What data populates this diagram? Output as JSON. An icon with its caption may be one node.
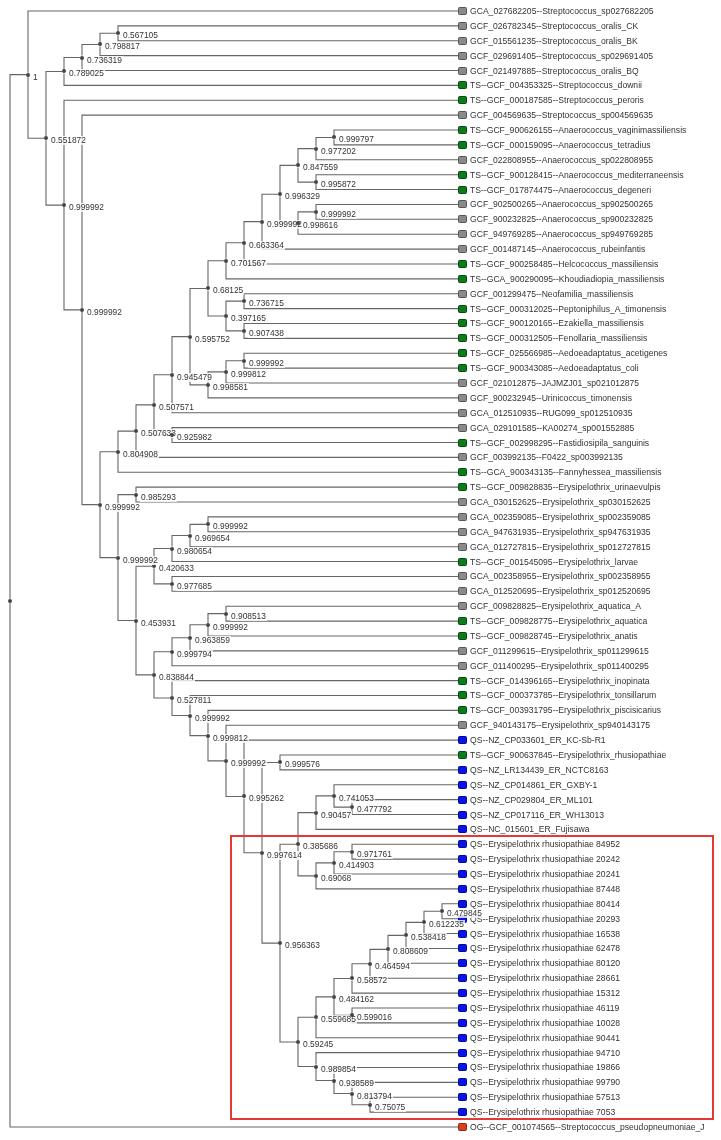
{
  "diagram": {
    "nodes": [
      {
        "text": [
          "GCA_027682205--Streptococcus_sp027682205"
        ]
      },
      {
        "text": [
          "GCF_026782345--Streptococcus_oralis_CK"
        ]
      },
      {
        "text": [
          "GCF_015561235--Streptococcus_oralis_BK"
        ]
      },
      {
        "text": [
          "GCF_029691405--Streptococcus_sp029691405"
        ]
      },
      {
        "text": [
          "GCF_021497885--Streptococcus_oralis_BQ"
        ]
      },
      {
        "text": [
          "TS--GCF_004353325--Streptococcus_downii"
        ]
      },
      {
        "text": [
          "TS--GCF_000187585--Streptococcus_peroris"
        ]
      },
      {
        "text": [
          "GCF_004569635--Streptococcus_sp004569635"
        ]
      },
      {
        "text": [
          "TS--GCF_900626155--Anaerococcus_vaginimassiliensis"
        ]
      },
      {
        "text": [
          "TS--GCF_000159095--Anaerococcus_tetradius"
        ]
      },
      {
        "text": [
          "GCF_022808955--Anaerococcus_sp022808955"
        ]
      },
      {
        "text": [
          "TS--GCF_900128415--Anaerococcus_mediterraneensis"
        ]
      },
      {
        "text": [
          "TS--GCF_017874475--Anaerococcus_degeneri"
        ]
      },
      {
        "text": [
          "GCF_902500265--Anaerococcus_sp902500265"
        ]
      },
      {
        "text": [
          "GCF_900232825--Anaerococcus_sp900232825"
        ]
      },
      {
        "text": [
          "GCF_949769285--Anaerococcus_sp949769285"
        ]
      },
      {
        "text": [
          "GCF_001487145--Anaerococcus_rubeinfantis"
        ]
      },
      {
        "text": [
          "TS--GCF_900258485--Helcococcus_massiliensis"
        ]
      },
      {
        "text": [
          "TS--GCA_900290095--Khoudiadiopia_massiliensis"
        ]
      },
      {
        "text": [
          "GCF_001299475--Neofamilia_massiliensis"
        ]
      },
      {
        "text": [
          "TS--GCF_000312025--Peptoniphilus_A_timonensis"
        ]
      },
      {
        "text": [
          "TS--GCF_900120165--Ezakiella_massiliensis"
        ]
      },
      {
        "text": [
          "TS--GCF_000312505--Fenollaria_massiliensis"
        ]
      },
      {
        "text": [
          "TS--GCF_025566985--Aedoeadaptatus_acetigenes"
        ]
      },
      {
        "text": [
          "TS--GCF_900343085--Aedoeadaptatus_coli"
        ]
      },
      {
        "text": [
          "GCF_021012875--JAJMZJ01_sp021012875"
        ]
      },
      {
        "text": [
          "GCF_900232945--Urinicoccus_timonensis"
        ]
      },
      {
        "text": [
          "GCA_012510935--RUG099_sp012510935"
        ]
      },
      {
        "text": [
          "GCA_029101585--KA00274_sp001552885"
        ]
      },
      {
        "text": [
          "TS--GCF_002998295--Fastidiosipila_sanguinis"
        ]
      },
      {
        "text": [
          "GCF_003992135--F0422_sp003992135"
        ]
      },
      {
        "text": [
          "TS--GCA_900343135--Fannyhessea_massiliensis"
        ]
      },
      {
        "text": [
          "TS--GCF_009828835--Erysipelothrix_urinaevulpis"
        ]
      },
      {
        "text": [
          "GCA_030152625--Erysipelothrix_sp030152625"
        ]
      },
      {
        "text": [
          "GCA_002359085--Erysipelothrix_sp002359085"
        ]
      },
      {
        "text": [
          "GCA_947631935--Erysipelothrix_sp947631935"
        ]
      },
      {
        "text": [
          "GCA_012727815--Erysipelothrix_sp012727815"
        ]
      },
      {
        "text": [
          "TS--GCF_001545095--Erysipelothrix_larvae"
        ]
      },
      {
        "text": [
          "GCA_002358955--Erysipelothrix_sp002358955"
        ]
      },
      {
        "text": [
          "GCA_012520695--Erysipelothrix_sp012520695"
        ]
      },
      {
        "text": [
          "GCF_009828825--Erysipelothrix_aquatica_A"
        ]
      },
      {
        "text": [
          "TS--GCF_009828775--Erysipelothrix_aquatica"
        ]
      },
      {
        "text": [
          "TS--GCF_009828745--Erysipelothrix_anatis"
        ]
      },
      {
        "text": [
          "GCF_011299615--Erysipelothrix_sp011299615"
        ]
      },
      {
        "text": [
          "GCF_011400295--Erysipelothrix_sp011400295"
        ]
      },
      {
        "text": [
          "TS--GCF_014396165--Erysipelothrix_inopinata"
        ]
      },
      {
        "text": [
          "TS--GCF_000373785--Erysipelothrix_tonsillarum"
        ]
      },
      {
        "text": [
          "TS--GCF_003931795--Erysipelothrix_piscisicarius"
        ]
      },
      {
        "text": [
          "GCF_940143175--Erysipelothrix_sp940143175"
        ]
      },
      {
        "text": [
          "QS--NZ_CP033601_ER_KC-Sb-R1"
        ]
      },
      {
        "text": [
          "TS--GCF_900637845--Erysipelothrix_rhusiopathiae"
        ]
      },
      {
        "text": [
          "QS--NZ_LR134439_ER_NCTC8163"
        ]
      },
      {
        "text": [
          "QS--NZ_CP014861_ER_GXBY-1"
        ]
      },
      {
        "text": [
          "QS--NZ_CP029804_ER_ML101"
        ]
      },
      {
        "text": [
          "QS--NZ_CP017116_ER_WH13013"
        ]
      },
      {
        "text": [
          "QS--NC_015601_ER_Fujisawa"
        ]
      },
      {
        "text": [
          "QS--Erysipelothrix rhusiopathiae 84952"
        ]
      },
      {
        "text": [
          "QS--Erysipelothrix rhusiopathiae 20242"
        ]
      },
      {
        "text": [
          "QS--Erysipelothrix rhusiopathiae 20241"
        ]
      },
      {
        "text": [
          "QS--Erysipelothrix rhusiopathiae 87448"
        ]
      },
      {
        "text": [
          "QS--Erysipelothrix rhusiopathiae 80414"
        ]
      },
      {
        "text": [
          "QS--Erysipelothrix rhusiopathiae 20293"
        ]
      },
      {
        "text": [
          "QS--Erysipelothrix rhusiopathiae 16538"
        ]
      },
      {
        "text": [
          "QS--Erysipelothrix rhusiopathiae 62478"
        ]
      },
      {
        "text": [
          "QS--Erysipelothrix rhusiopathiae 80120"
        ]
      },
      {
        "text": [
          "QS--Erysipelothrix rhusiopathiae 28661"
        ]
      },
      {
        "text": [
          "QS--Erysipelothrix rhusiopathiae 15312"
        ]
      },
      {
        "text": [
          "QS--Erysipelothrix rhusiopathiae 46119"
        ]
      },
      {
        "text": [
          "QS--Erysipelothrix rhusiopathiae 10028"
        ]
      },
      {
        "text": [
          "QS--Erysipelothrix rhusiopathiae 90441"
        ]
      },
      {
        "text": [
          "QS--Erysipelothrix rhusiopathiae 94710"
        ]
      },
      {
        "text": [
          "QS--Erysipelothrix rhusiopathiae 19866"
        ]
      },
      {
        "text": [
          "QS--Erysipelothrix rhusiopathiae 99790"
        ]
      },
      {
        "text": [
          "QS--Erysipelothrix rhusiopathiae 57513"
        ]
      },
      {
        "text": [
          "QS--Erysipelothrix rhusiopathiae 7053"
        ]
      },
      {
        "text": [
          "OG--GCF_001074565--Streptococcus_pseudopneumoniae_J"
        ]
      },
      {
        "text": [],
        "shape": "circle"
      },
      {
        "text": [],
        "shape": "circle",
        "beside": [
          "1"
        ]
      },
      {
        "text": [],
        "shape": "circle",
        "beside": [
          "0.551872"
        ]
      },
      {
        "text": [],
        "shape": "circle",
        "beside": [
          "0.789025"
        ]
      },
      {
        "text": [],
        "shape": "circle",
        "beside": [
          "0.736319"
        ]
      },
      {
        "text": [],
        "shape": "circle",
        "beside": [
          "0.798817"
        ]
      },
      {
        "text": [],
        "shape": "circle",
        "beside": [
          "0.567105"
        ]
      },
      {
        "text": [],
        "shape": "circle",
        "beside": [
          "0.999992"
        ]
      },
      {
        "text": [],
        "shape": "circle",
        "beside": [
          "0.999992"
        ]
      },
      {
        "text": [],
        "shape": "circle",
        "beside": [
          "0.999992"
        ]
      },
      {
        "text": [],
        "shape": "circle",
        "beside": [
          "0.804908"
        ]
      },
      {
        "text": [],
        "shape": "circle",
        "beside": [
          "0.507633"
        ]
      },
      {
        "text": [],
        "shape": "circle",
        "beside": [
          "0.507571"
        ]
      },
      {
        "text": [],
        "shape": "circle",
        "beside": [
          "0.945479"
        ]
      },
      {
        "text": [],
        "shape": "circle",
        "beside": [
          "0.595752"
        ]
      },
      {
        "text": [],
        "shape": "circle",
        "beside": [
          "0.68125"
        ]
      },
      {
        "text": [],
        "shape": "circle",
        "beside": [
          "0.701567"
        ]
      },
      {
        "text": [],
        "shape": "circle",
        "beside": [
          "0.663364"
        ]
      },
      {
        "text": [],
        "shape": "circle",
        "beside": [
          "0.999992"
        ]
      },
      {
        "text": [],
        "shape": "circle",
        "beside": [
          "0.996329"
        ]
      },
      {
        "text": [],
        "shape": "circle",
        "beside": [
          "0.847559"
        ]
      },
      {
        "text": [],
        "shape": "circle",
        "beside": [
          "0.977202"
        ]
      },
      {
        "text": [],
        "shape": "circle",
        "beside": [
          "0.999797"
        ]
      },
      {
        "text": [],
        "shape": "circle",
        "beside": [
          "0.995872"
        ]
      },
      {
        "text": [],
        "shape": "circle",
        "beside": [
          "0.998616"
        ]
      },
      {
        "text": [],
        "shape": "circle",
        "beside": [
          "0.999992"
        ]
      },
      {
        "text": [],
        "shape": "circle",
        "beside": [
          "0.397165"
        ]
      },
      {
        "text": [],
        "shape": "circle",
        "beside": [
          "0.736715"
        ]
      },
      {
        "text": [],
        "shape": "circle",
        "beside": [
          "0.907438"
        ]
      },
      {
        "text": [],
        "shape": "circle",
        "beside": [
          "0.998581"
        ]
      },
      {
        "text": [],
        "shape": "circle",
        "beside": [
          "0.999812"
        ]
      },
      {
        "text": [],
        "shape": "circle",
        "beside": [
          "0.999992"
        ]
      },
      {
        "text": [],
        "shape": "circle",
        "beside": [
          "0.925982"
        ]
      },
      {
        "text": [],
        "shape": "circle",
        "beside": [
          "0.453931"
        ]
      },
      {
        "text": [],
        "shape": "circle",
        "beside": [
          "0.985293"
        ]
      },
      {
        "text": [],
        "shape": "circle",
        "beside": [
          "0.838844"
        ]
      },
      {
        "text": [],
        "shape": "circle",
        "beside": [
          "0.420633"
        ]
      },
      {
        "text": [],
        "shape": "circle",
        "beside": [
          "0.980654"
        ]
      },
      {
        "text": [],
        "shape": "circle",
        "beside": [
          "0.969654"
        ]
      },
      {
        "text": [],
        "shape": "circle",
        "beside": [
          "0.999992"
        ]
      },
      {
        "text": [],
        "shape": "circle",
        "beside": [
          "0.977685"
        ]
      },
      {
        "text": [],
        "shape": "circle",
        "beside": [
          "0.999794"
        ]
      },
      {
        "text": [],
        "shape": "circle",
        "beside": [
          "0.963859"
        ]
      },
      {
        "text": [],
        "shape": "circle",
        "beside": [
          "0.999992"
        ]
      },
      {
        "text": [],
        "shape": "circle",
        "beside": [
          "0.908513"
        ]
      },
      {
        "text": [],
        "shape": "circle",
        "beside": [
          "0.527811"
        ]
      },
      {
        "text": [],
        "shape": "circle",
        "beside": [
          "0.999992"
        ]
      },
      {
        "text": [],
        "shape": "circle",
        "beside": [
          "0.999812"
        ]
      },
      {
        "text": [],
        "shape": "circle",
        "beside": [
          "0.999992"
        ]
      },
      {
        "text": [],
        "shape": "circle",
        "beside": [
          "0.995262"
        ]
      },
      {
        "text": [],
        "shape": "circle",
        "beside": [
          "0.997614"
        ]
      },
      {
        "text": [],
        "shape": "circle",
        "beside": [
          "0.999576"
        ]
      },
      {
        "text": [],
        "shape": "circle",
        "beside": [
          "0.956363"
        ]
      },
      {
        "text": [],
        "shape": "circle",
        "beside": [
          "0.385686"
        ]
      },
      {
        "text": [],
        "shape": "circle",
        "beside": [
          "0.90457"
        ]
      },
      {
        "text": [],
        "shape": "circle",
        "beside": [
          "0.741053"
        ]
      },
      {
        "text": [],
        "shape": "circle",
        "beside": [
          "0.477792"
        ]
      },
      {
        "text": [],
        "shape": "circle",
        "beside": [
          "0.69068"
        ]
      },
      {
        "text": [],
        "shape": "circle",
        "beside": [
          "0.414903"
        ]
      },
      {
        "text": [],
        "shape": "circle",
        "beside": [
          "0.971761"
        ]
      },
      {
        "text": [],
        "shape": "circle",
        "beside": [
          "0.59245"
        ]
      },
      {
        "text": [],
        "shape": "circle",
        "beside": [
          "0.559685"
        ]
      },
      {
        "text": [],
        "shape": "circle",
        "beside": [
          "0.484162"
        ]
      },
      {
        "text": [],
        "shape": "circle",
        "beside": [
          "0.58572"
        ]
      },
      {
        "text": [],
        "shape": "circle",
        "beside": [
          "0.464594"
        ]
      },
      {
        "text": [],
        "shape": "circle",
        "beside": [
          "0.808609"
        ]
      },
      {
        "text": [],
        "shape": "circle",
        "beside": [
          "0.538418"
        ]
      },
      {
        "text": [],
        "shape": "circle",
        "beside": [
          "0.612235"
        ]
      },
      {
        "text": [],
        "shape": "circle",
        "beside": [
          "0.479845"
        ]
      },
      {
        "text": [],
        "shape": "circle",
        "beside": [
          "0.599016"
        ]
      },
      {
        "text": [],
        "shape": "circle",
        "beside": [
          "0.989854"
        ]
      },
      {
        "text": [],
        "shape": "circle",
        "beside": [
          "0.938589"
        ]
      },
      {
        "text": [],
        "shape": "circle",
        "beside": [
          "0.813794"
        ]
      },
      {
        "text": [],
        "shape": "circle",
        "beside": [
          "0.75075"
        ]
      },
      {
        "text": [],
        "shape": "circle",
        "beside": [
          "0.999992"
        ]
      }
    ],
    "edges": [
      {
        "from": 76,
        "to": 77,
        "arrow": "none"
      },
      {
        "from": 76,
        "to": 75,
        "arrow": "none"
      },
      {
        "from": 77,
        "to": 0,
        "arrow": "none"
      },
      {
        "from": 77,
        "to": 78,
        "arrow": "none"
      },
      {
        "from": 78,
        "to": 79,
        "arrow": "none"
      },
      {
        "from": 78,
        "to": 83,
        "arrow": "none"
      },
      {
        "from": 79,
        "to": 80,
        "arrow": "none"
      },
      {
        "from": 79,
        "to": 5,
        "arrow": "none"
      },
      {
        "from": 80,
        "to": 81,
        "arrow": "none"
      },
      {
        "from": 80,
        "to": 4,
        "arrow": "none"
      },
      {
        "from": 81,
        "to": 82,
        "arrow": "none"
      },
      {
        "from": 81,
        "to": 3,
        "arrow": "none"
      },
      {
        "from": 82,
        "to": 1,
        "arrow": "none"
      },
      {
        "from": 82,
        "to": 2,
        "arrow": "none"
      },
      {
        "from": 83,
        "to": 6,
        "arrow": "none"
      },
      {
        "from": 83,
        "to": 84,
        "arrow": "none"
      },
      {
        "from": 84,
        "to": 7,
        "arrow": "none"
      },
      {
        "from": 84,
        "to": 85,
        "arrow": "none"
      },
      {
        "from": 85,
        "to": 86,
        "arrow": "none"
      },
      {
        "from": 85,
        "to": 150,
        "arrow": "none"
      },
      {
        "from": 150,
        "to": 110,
        "arrow": "none"
      },
      {
        "from": 150,
        "to": 109,
        "arrow": "none"
      },
      {
        "from": 86,
        "to": 87,
        "arrow": "none"
      },
      {
        "from": 86,
        "to": 31,
        "arrow": "none"
      },
      {
        "from": 87,
        "to": 88,
        "arrow": "none"
      },
      {
        "from": 87,
        "to": 30,
        "arrow": "none"
      },
      {
        "from": 88,
        "to": 89,
        "arrow": "none"
      },
      {
        "from": 88,
        "to": 108,
        "arrow": "none"
      },
      {
        "from": 89,
        "to": 90,
        "arrow": "none"
      },
      {
        "from": 89,
        "to": 27,
        "arrow": "none"
      },
      {
        "from": 90,
        "to": 91,
        "arrow": "none"
      },
      {
        "from": 90,
        "to": 105,
        "arrow": "none"
      },
      {
        "from": 91,
        "to": 92,
        "arrow": "none"
      },
      {
        "from": 91,
        "to": 102,
        "arrow": "none"
      },
      {
        "from": 92,
        "to": 93,
        "arrow": "none"
      },
      {
        "from": 92,
        "to": 18,
        "arrow": "none"
      },
      {
        "from": 93,
        "to": 94,
        "arrow": "none"
      },
      {
        "from": 93,
        "to": 17,
        "arrow": "none"
      },
      {
        "from": 94,
        "to": 95,
        "arrow": "none"
      },
      {
        "from": 94,
        "to": 16,
        "arrow": "none"
      },
      {
        "from": 95,
        "to": 96,
        "arrow": "none"
      },
      {
        "from": 95,
        "to": 100,
        "arrow": "none"
      },
      {
        "from": 96,
        "to": 97,
        "arrow": "none"
      },
      {
        "from": 96,
        "to": 99,
        "arrow": "none"
      },
      {
        "from": 97,
        "to": 98,
        "arrow": "none"
      },
      {
        "from": 97,
        "to": 10,
        "arrow": "none"
      },
      {
        "from": 98,
        "to": 8,
        "arrow": "none"
      },
      {
        "from": 98,
        "to": 9,
        "arrow": "none"
      },
      {
        "from": 99,
        "to": 11,
        "arrow": "none"
      },
      {
        "from": 99,
        "to": 12,
        "arrow": "none"
      },
      {
        "from": 100,
        "to": 101,
        "arrow": "none"
      },
      {
        "from": 100,
        "to": 15,
        "arrow": "none"
      },
      {
        "from": 101,
        "to": 13,
        "arrow": "none"
      },
      {
        "from": 101,
        "to": 14,
        "arrow": "none"
      },
      {
        "from": 102,
        "to": 103,
        "arrow": "none"
      },
      {
        "from": 102,
        "to": 104,
        "arrow": "none"
      },
      {
        "from": 103,
        "to": 19,
        "arrow": "none"
      },
      {
        "from": 103,
        "to": 20,
        "arrow": "none"
      },
      {
        "from": 104,
        "to": 21,
        "arrow": "none"
      },
      {
        "from": 104,
        "to": 22,
        "arrow": "none"
      },
      {
        "from": 105,
        "to": 106,
        "arrow": "none"
      },
      {
        "from": 105,
        "to": 26,
        "arrow": "none"
      },
      {
        "from": 106,
        "to": 107,
        "arrow": "none"
      },
      {
        "from": 106,
        "to": 25,
        "arrow": "none"
      },
      {
        "from": 107,
        "to": 23,
        "arrow": "none"
      },
      {
        "from": 107,
        "to": 24,
        "arrow": "none"
      },
      {
        "from": 108,
        "to": 28,
        "arrow": "none"
      },
      {
        "from": 108,
        "to": 29,
        "arrow": "none"
      },
      {
        "from": 109,
        "to": 112,
        "arrow": "none"
      },
      {
        "from": 109,
        "to": 111,
        "arrow": "none"
      },
      {
        "from": 110,
        "to": 32,
        "arrow": "none"
      },
      {
        "from": 110,
        "to": 33,
        "arrow": "none"
      },
      {
        "from": 111,
        "to": 117,
        "arrow": "none"
      },
      {
        "from": 111,
        "to": 121,
        "arrow": "none"
      },
      {
        "from": 112,
        "to": 113,
        "arrow": "none"
      },
      {
        "from": 112,
        "to": 116,
        "arrow": "none"
      },
      {
        "from": 113,
        "to": 114,
        "arrow": "none"
      },
      {
        "from": 113,
        "to": 37,
        "arrow": "none"
      },
      {
        "from": 114,
        "to": 115,
        "arrow": "none"
      },
      {
        "from": 114,
        "to": 36,
        "arrow": "none"
      },
      {
        "from": 115,
        "to": 34,
        "arrow": "none"
      },
      {
        "from": 115,
        "to": 35,
        "arrow": "none"
      },
      {
        "from": 116,
        "to": 38,
        "arrow": "none"
      },
      {
        "from": 116,
        "to": 39,
        "arrow": "none"
      },
      {
        "from": 117,
        "to": 118,
        "arrow": "none"
      },
      {
        "from": 117,
        "to": 44,
        "arrow": "none"
      },
      {
        "from": 118,
        "to": 119,
        "arrow": "none"
      },
      {
        "from": 118,
        "to": 43,
        "arrow": "none"
      },
      {
        "from": 119,
        "to": 120,
        "arrow": "none"
      },
      {
        "from": 119,
        "to": 42,
        "arrow": "none"
      },
      {
        "from": 120,
        "to": 40,
        "arrow": "none"
      },
      {
        "from": 120,
        "to": 41,
        "arrow": "none"
      },
      {
        "from": 121,
        "to": 45,
        "arrow": "none"
      },
      {
        "from": 121,
        "to": 122,
        "arrow": "none"
      },
      {
        "from": 122,
        "to": 46,
        "arrow": "none"
      },
      {
        "from": 122,
        "to": 123,
        "arrow": "none"
      },
      {
        "from": 123,
        "to": 47,
        "arrow": "none"
      },
      {
        "from": 123,
        "to": 124,
        "arrow": "none"
      },
      {
        "from": 124,
        "to": 48,
        "arrow": "none"
      },
      {
        "from": 124,
        "to": 125,
        "arrow": "none"
      },
      {
        "from": 125,
        "to": 49,
        "arrow": "none"
      },
      {
        "from": 125,
        "to": 126,
        "arrow": "none"
      },
      {
        "from": 126,
        "to": 127,
        "arrow": "none"
      },
      {
        "from": 126,
        "to": 128,
        "arrow": "none"
      },
      {
        "from": 127,
        "to": 50,
        "arrow": "none"
      },
      {
        "from": 127,
        "to": 51,
        "arrow": "none"
      },
      {
        "from": 128,
        "to": 129,
        "arrow": "none"
      },
      {
        "from": 128,
        "to": 136,
        "arrow": "none"
      },
      {
        "from": 129,
        "to": 130,
        "arrow": "none"
      },
      {
        "from": 129,
        "to": 133,
        "arrow": "none"
      },
      {
        "from": 130,
        "to": 131,
        "arrow": "none"
      },
      {
        "from": 130,
        "to": 55,
        "arrow": "none"
      },
      {
        "from": 131,
        "to": 52,
        "arrow": "none"
      },
      {
        "from": 131,
        "to": 132,
        "arrow": "none"
      },
      {
        "from": 132,
        "to": 53,
        "arrow": "none"
      },
      {
        "from": 132,
        "to": 54,
        "arrow": "none"
      },
      {
        "from": 133,
        "to": 134,
        "arrow": "none"
      },
      {
        "from": 133,
        "to": 59,
        "arrow": "none"
      },
      {
        "from": 134,
        "to": 135,
        "arrow": "none"
      },
      {
        "from": 134,
        "to": 58,
        "arrow": "none"
      },
      {
        "from": 135,
        "to": 56,
        "arrow": "none"
      },
      {
        "from": 135,
        "to": 57,
        "arrow": "none"
      },
      {
        "from": 136,
        "to": 137,
        "arrow": "none"
      },
      {
        "from": 136,
        "to": 146,
        "arrow": "none"
      },
      {
        "from": 137,
        "to": 138,
        "arrow": "none"
      },
      {
        "from": 137,
        "to": 69,
        "arrow": "none"
      },
      {
        "from": 138,
        "to": 139,
        "arrow": "none"
      },
      {
        "from": 138,
        "to": 145,
        "arrow": "none"
      },
      {
        "from": 139,
        "to": 140,
        "arrow": "none"
      },
      {
        "from": 139,
        "to": 66,
        "arrow": "none"
      },
      {
        "from": 140,
        "to": 141,
        "arrow": "none"
      },
      {
        "from": 140,
        "to": 65,
        "arrow": "none"
      },
      {
        "from": 141,
        "to": 142,
        "arrow": "none"
      },
      {
        "from": 141,
        "to": 64,
        "arrow": "none"
      },
      {
        "from": 142,
        "to": 143,
        "arrow": "none"
      },
      {
        "from": 142,
        "to": 63,
        "arrow": "none"
      },
      {
        "from": 143,
        "to": 144,
        "arrow": "none"
      },
      {
        "from": 143,
        "to": 62,
        "arrow": "none"
      },
      {
        "from": 144,
        "to": 60,
        "arrow": "none"
      },
      {
        "from": 144,
        "to": 61,
        "arrow": "none"
      },
      {
        "from": 145,
        "to": 67,
        "arrow": "none"
      },
      {
        "from": 145,
        "to": 68,
        "arrow": "none"
      },
      {
        "from": 146,
        "to": 70,
        "arrow": "none"
      },
      {
        "from": 146,
        "to": 147,
        "arrow": "none"
      },
      {
        "from": 147,
        "to": 71,
        "arrow": "none"
      },
      {
        "from": 147,
        "to": 148,
        "arrow": "none"
      },
      {
        "from": 148,
        "to": 72,
        "arrow": "none"
      },
      {
        "from": 148,
        "to": 149,
        "arrow": "none"
      },
      {
        "from": 149,
        "to": 73,
        "arrow": "none"
      },
      {
        "from": 149,
        "to": 74,
        "arrow": "none"
      }
    ]
  }
}
